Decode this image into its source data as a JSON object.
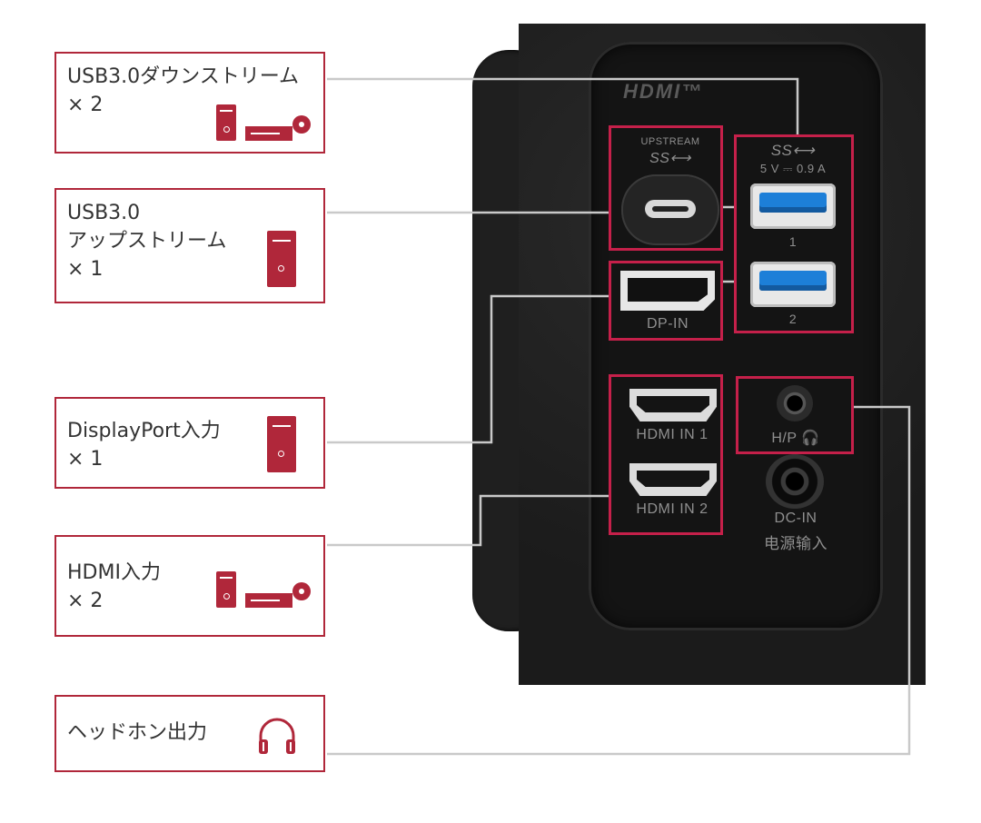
{
  "callouts": {
    "usb_down": {
      "label": "USB3.0ダウンストリーム\n× 2",
      "icons": [
        "pc-icon",
        "player-icon"
      ]
    },
    "usb_up": {
      "label": "USB3.0\nアップストリーム\n× 1",
      "icons": [
        "pc-icon"
      ]
    },
    "displayport": {
      "label": "DisplayPort入力\n× 1",
      "icons": [
        "pc-icon"
      ]
    },
    "hdmi": {
      "label": "HDMI入力\n× 2",
      "icons": [
        "pc-icon",
        "player-icon"
      ]
    },
    "headphone": {
      "label": "ヘッドホン出力",
      "icons": [
        "headphone-icon"
      ]
    }
  },
  "panel": {
    "logo": "HDMI™",
    "upstream_label": "UPSTREAM",
    "ss_logo": "SS⟷",
    "power_label": "5 V ⎓ 0.9 A",
    "usb_port1": "1",
    "usb_port2": "2",
    "dp_label": "DP-IN",
    "hdmi1_label": "HDMI IN 1",
    "hdmi2_label": "HDMI IN 2",
    "hp_label": "H/P 🎧",
    "dc_label": "DC-IN",
    "dc_label_jp": "电源输入"
  },
  "colors": {
    "accent": "#b0273a",
    "frame": "#c5204a",
    "leader": "#c9c9c9"
  }
}
